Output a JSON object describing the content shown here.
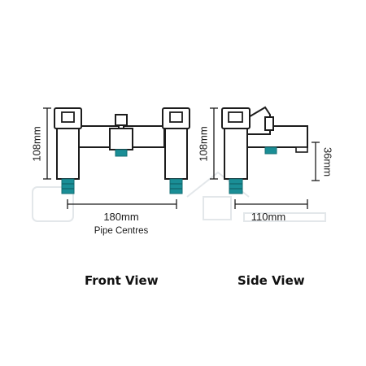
{
  "diagram": {
    "front_view": {
      "label": "Front View",
      "height_dim": "108mm",
      "width_dim": "180mm",
      "width_caption": "Pipe Centres"
    },
    "side_view": {
      "label": "Side View",
      "height_dim": "108mm",
      "depth_dim": "110mm",
      "spout_dim": "36mm"
    }
  },
  "colors": {
    "outline": "#1c1c1c",
    "teal": "#1a8e96",
    "watermark": "#dfe3e6"
  }
}
